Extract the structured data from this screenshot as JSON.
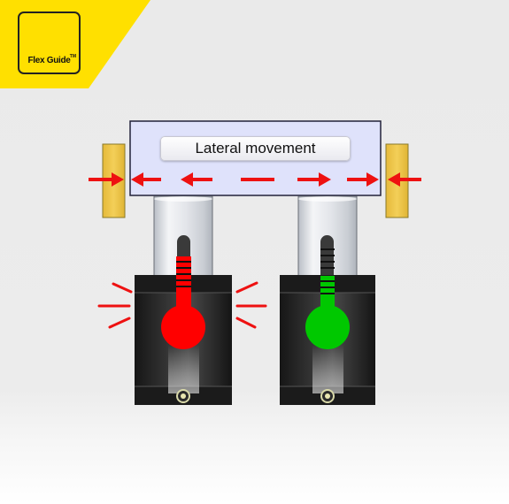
{
  "logo": {
    "text": "Flex Guide",
    "trademark": "TM",
    "accent_color": "#ffe000"
  },
  "diagram": {
    "title_label": "Lateral movement",
    "left_cylinder": {
      "indicator_color": "#ff0000",
      "state": "stressed"
    },
    "right_cylinder": {
      "indicator_color": "#00c800",
      "state": "compensated"
    },
    "arrow_color": "#ee1111",
    "side_block_color": "#f0c84a"
  }
}
